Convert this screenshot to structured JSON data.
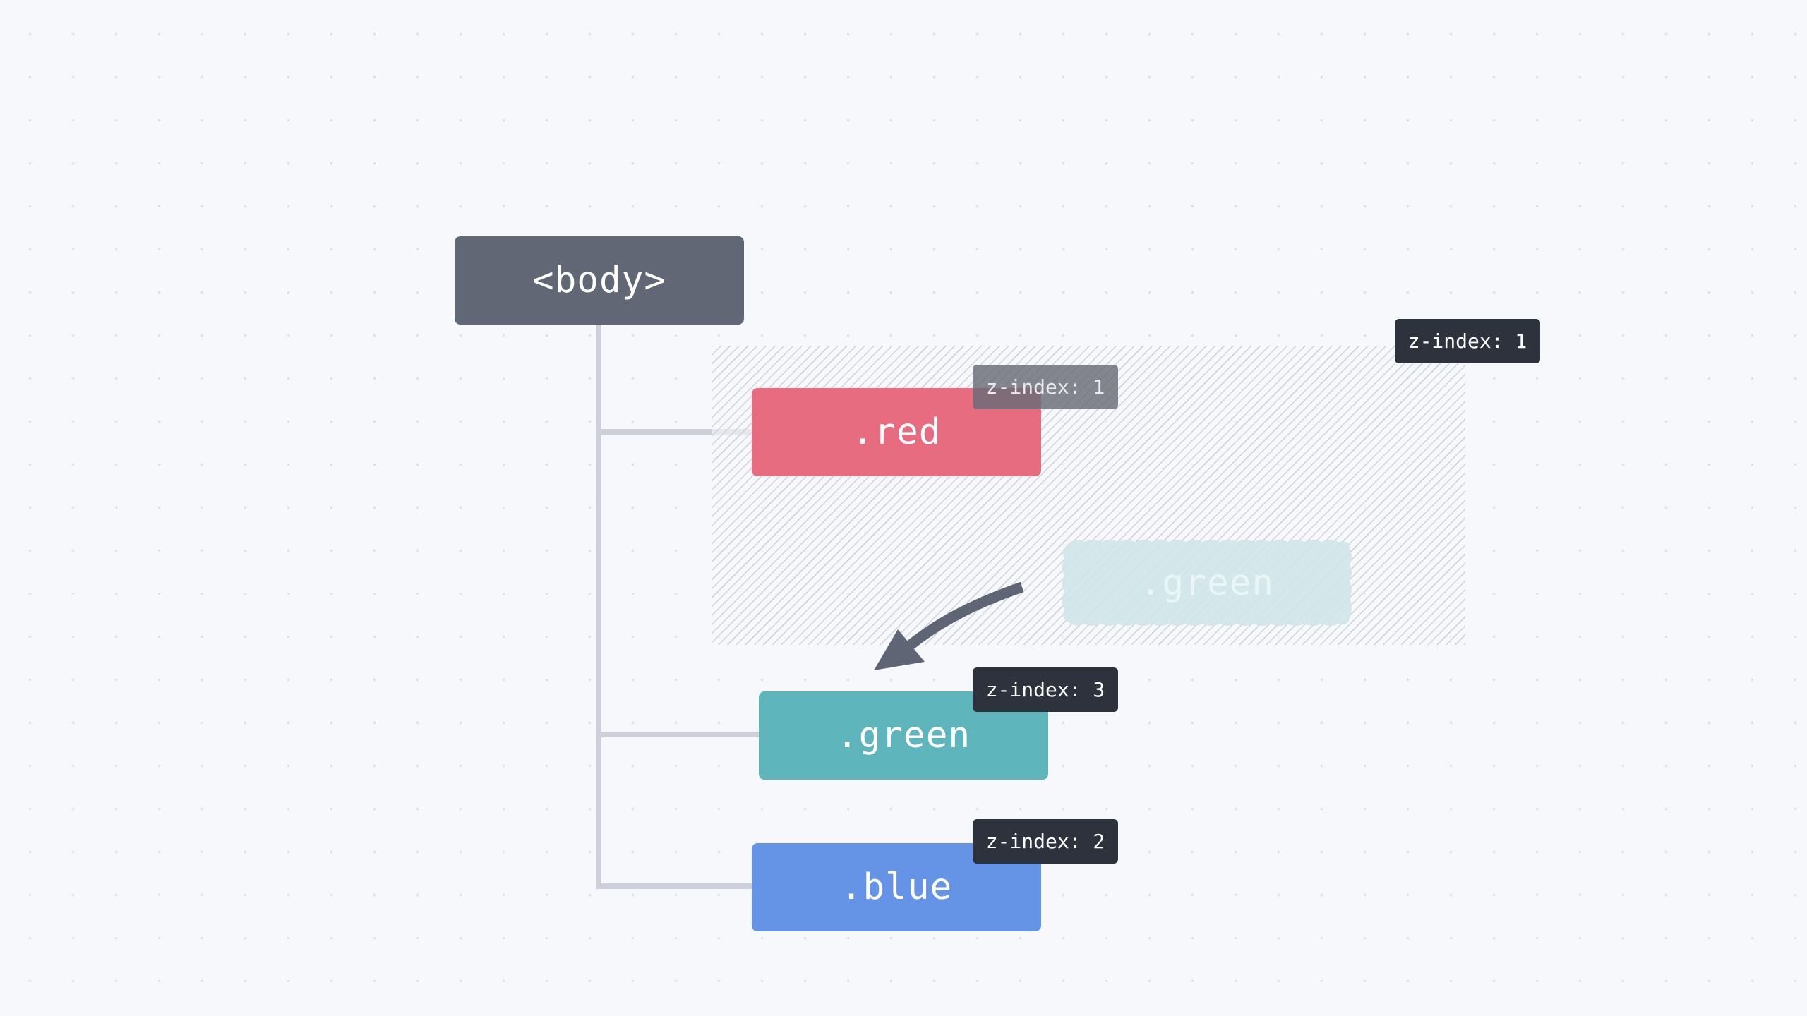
{
  "nodes": {
    "body": "<body>",
    "red": ".red",
    "green": ".green",
    "blue": ".blue",
    "ghost_green": ".green"
  },
  "badges": {
    "stacking_context": "z-index: 1",
    "red": "z-index: 1",
    "green": "z-index: 3",
    "blue": "z-index: 2"
  },
  "colors": {
    "body": "#616775",
    "red": "#e86c7f",
    "green": "#5eb6bc",
    "blue": "#6594e6",
    "ghost_green": "#cfe6ea",
    "badge": "#2d323c",
    "connector": "#cdd0d8",
    "arrow": "#5f6574"
  }
}
